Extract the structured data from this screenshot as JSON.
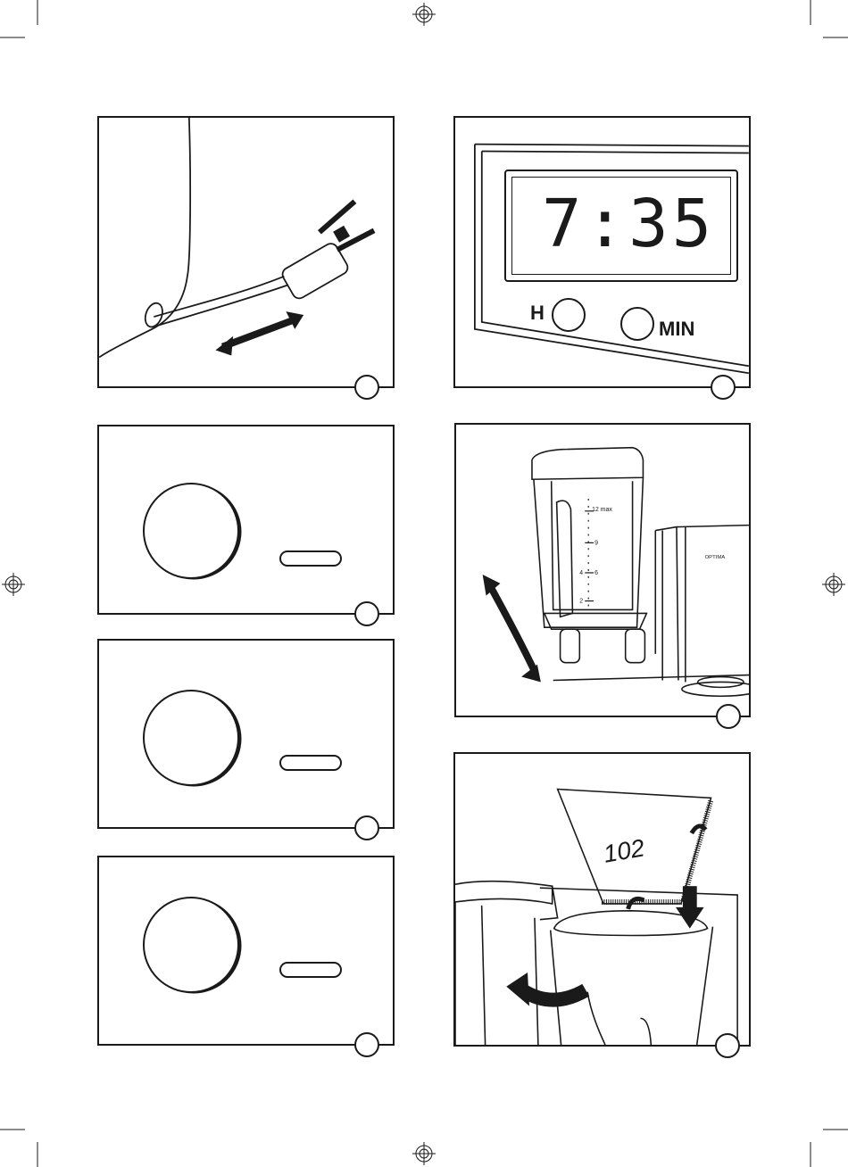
{
  "clock_panel": {
    "display_time": "7:35",
    "hour_button_label": "H",
    "minute_button_label": "MIN"
  },
  "carafe_panel": {
    "scale_top": "12  max",
    "scale_marks": [
      "9",
      "6",
      "4",
      "2"
    ],
    "brand_text": "OPTIMA"
  },
  "filter_panel": {
    "filter_size": "102"
  }
}
